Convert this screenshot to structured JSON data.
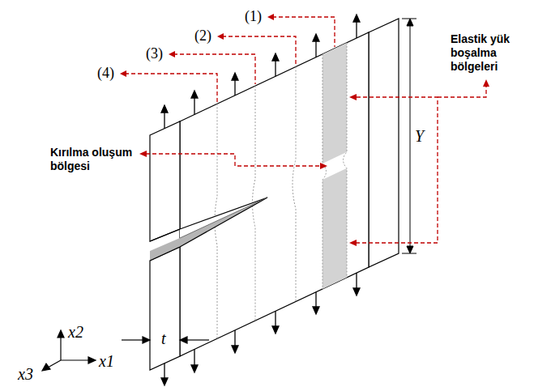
{
  "diagram": {
    "labels": [
      "(1)",
      "(2)",
      "(3)",
      "(4)",
      "Elastik yük boşalma bölgeleri",
      "Kırılma oluşum bölgesi",
      "Y",
      "t",
      "x2",
      "x1",
      "x3"
    ]
  }
}
